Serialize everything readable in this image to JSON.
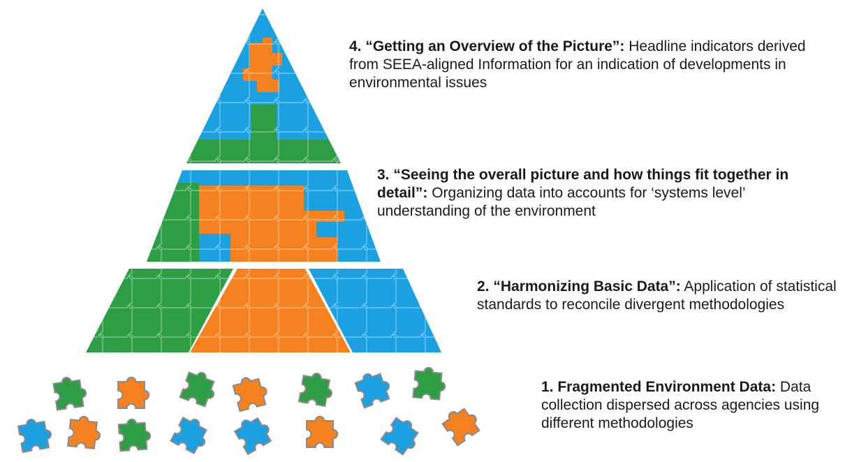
{
  "title_fragment": "...pu... ...at... ...y...",
  "colors": {
    "green": "#2e9e44",
    "orange": "#f5821f",
    "blue": "#1ba1e2",
    "outline": "#8a8a8a"
  },
  "levels": [
    {
      "heading": "4. “Getting an Overview of the Picture”:",
      "text": "Headline indicators derived from SEEA-aligned Information for an indication of developments in environmental issues"
    },
    {
      "heading": "3. “Seeing the overall picture and how things fit together in detail”:",
      "text": "Organizing data into accounts for ‘systems level’ understanding of the environment"
    },
    {
      "heading": "2. “Harmonizing Basic Data”:",
      "text": "Application of statistical standards to reconcile divergent methodologies"
    },
    {
      "heading": "1. Fragmented Environment Data:",
      "text": "Data collection dispersed across agencies using different methodologies"
    }
  ],
  "scattered_pieces": {
    "row1": [
      "green",
      "orange",
      "green",
      "orange",
      "green",
      "blue",
      "green"
    ],
    "row2": [
      "blue",
      "orange",
      "green",
      "blue",
      "blue",
      "orange",
      "blue",
      "orange"
    ]
  }
}
